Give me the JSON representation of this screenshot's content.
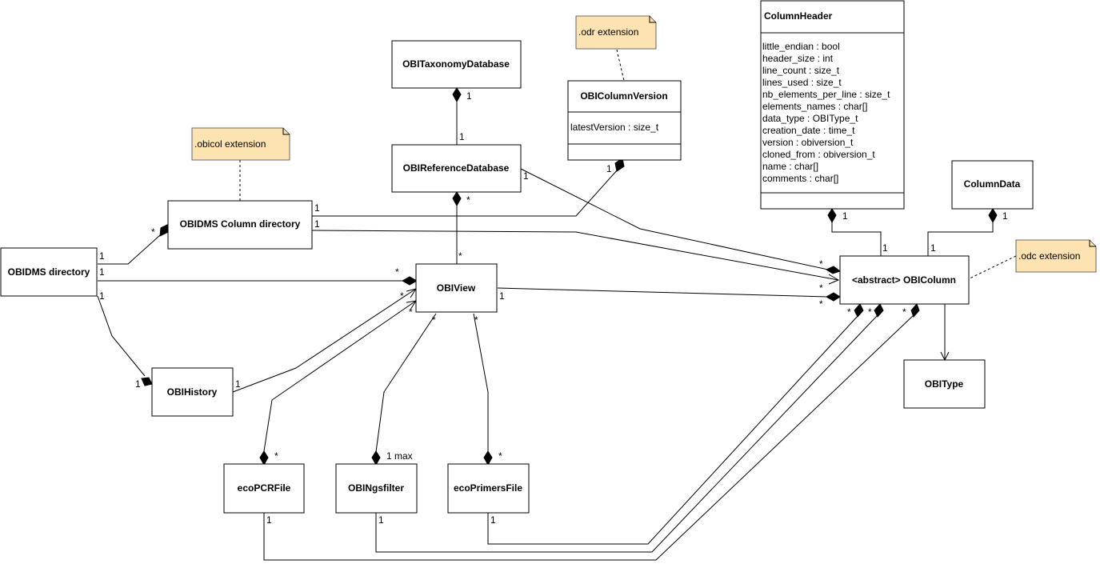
{
  "classes": {
    "obi_taxonomy_database": "OBITaxonomyDatabase",
    "obi_reference_database": "OBIReferenceDatabase",
    "obi_column_version": {
      "title": "OBIColumnVersion",
      "attrs": [
        "latestVersion : size_t"
      ]
    },
    "column_header": {
      "title": "ColumnHeader",
      "attrs": [
        "little_endian : bool",
        "header_size : int",
        "line_count : size_t",
        "lines_used : size_t",
        "nb_elements_per_line : size_t",
        "elements_names : char[]",
        "data_type : OBIType_t",
        "creation_date : time_t",
        "version : obiversion_t",
        "cloned_from : obiversion_t",
        "name : char[]",
        "comments : char[]"
      ]
    },
    "column_data": "ColumnData",
    "obidms_column_directory": "OBIDMS Column directory",
    "obidms_directory": "OBIDMS directory",
    "obi_view": "OBIView",
    "obi_column": "<abstract> OBIColumn",
    "obi_type": "OBIType",
    "obi_history": "OBIHistory",
    "eco_pcr_file": "ecoPCRFile",
    "obi_ngsfilter": "OBINgsfilter",
    "eco_primers_file": "ecoPrimersFile"
  },
  "notes": {
    "odr": ".odr extension",
    "obicol": ".obicol extension",
    "odc": ".odc extension"
  },
  "multiplicities": {
    "tax_ref_one_a": "1",
    "tax_ref_one_b": "1",
    "colver_one": "1",
    "ref_view_star_a": "*",
    "ref_view_star_b": "*",
    "ref_col_one": "1",
    "ref_col_star": "*",
    "coldir_one_a": "1",
    "coldir_one_b": "1",
    "coldir_col_star": "*",
    "dir_coldir_one": "1",
    "dir_coldir_star": "*",
    "dir_view_one": "1",
    "dir_view_star": "*",
    "dir_hist_one_a": "1",
    "dir_hist_one_b": "1",
    "hist_view_one": "1",
    "hist_view_star": "*",
    "pcr_view_star_a": "*",
    "pcr_view_star_b": "*",
    "ngs_view_star": "*",
    "ngs_max": "1 max",
    "prim_view_star_a": "*",
    "prim_view_star_b": "*",
    "view_col_one": "1",
    "view_col_star": "*",
    "hdr_one_a": "1",
    "hdr_one_b": "1",
    "data_one_a": "1",
    "data_one_b": "1",
    "pcr_col_one": "1",
    "ngs_col_one": "1",
    "prim_col_one": "1",
    "bottom_star_a": "*",
    "bottom_star_b": "*",
    "bottom_star_c": "*"
  }
}
